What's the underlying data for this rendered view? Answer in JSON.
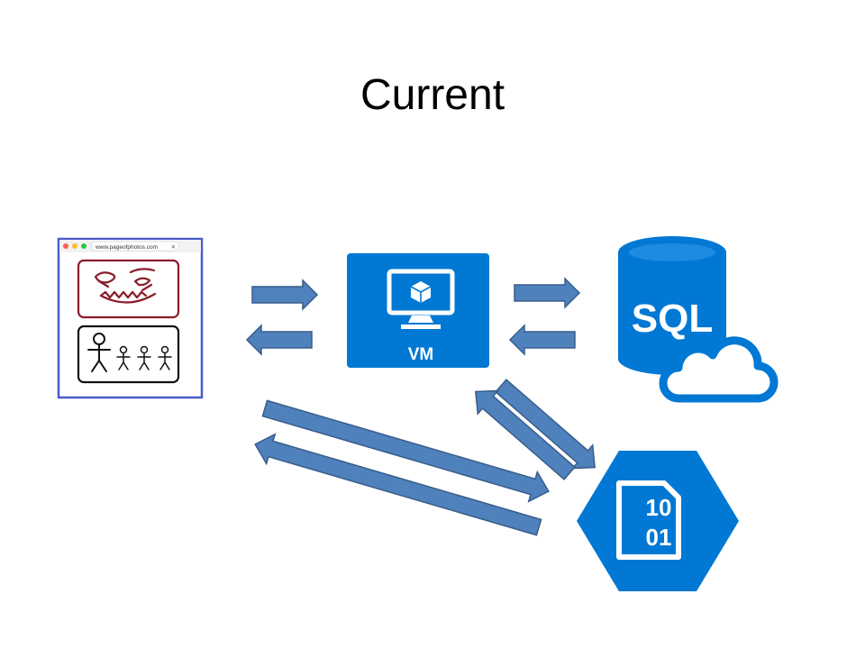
{
  "slide": {
    "title": "Current"
  },
  "nodes": {
    "browser": {
      "url_text": "www.pageofphotos.com",
      "close_glyph": "×",
      "icon": "browser-window-icon"
    },
    "vm": {
      "label": "VM",
      "icon": "virtual-machine-icon"
    },
    "sql": {
      "label": "SQL",
      "icon": "sql-database-cloud-icon"
    },
    "storage": {
      "line1": "10",
      "line2": "01",
      "icon": "blob-storage-icon"
    }
  },
  "colors": {
    "arrow_fill": "#4f81bd",
    "arrow_stroke": "#385d8a",
    "azure_blue": "#0078d4",
    "browser_border": "#4a5cc8",
    "doodle_red": "#8b1c2a"
  }
}
